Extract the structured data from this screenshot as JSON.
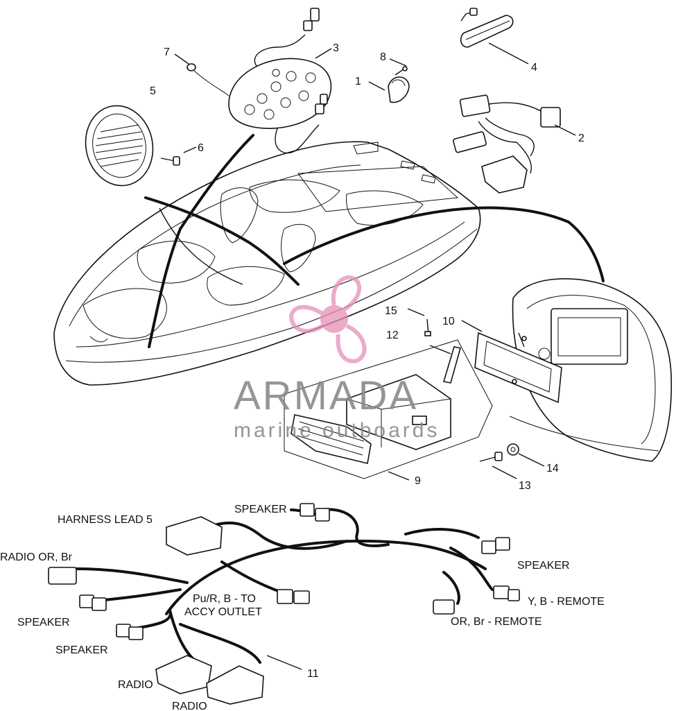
{
  "callouts": [
    "1",
    "2",
    "3",
    "4",
    "5",
    "6",
    "7",
    "8",
    "9",
    "10",
    "11",
    "12",
    "13",
    "14",
    "15"
  ],
  "wire_labels": {
    "harness_lead": "HARNESS LEAD 5",
    "speaker_top": "SPEAKER",
    "radio_or_br": "RADIO OR, Br",
    "speaker_right": "SPEAKER",
    "pu_r_line1": "Pu/R, B - TO",
    "pu_r_line2": "ACCY OUTLET",
    "y_b_remote": "Y, B - REMOTE",
    "or_br_remote": "OR, Br - REMOTE",
    "speaker_left1": "SPEAKER",
    "speaker_left2": "SPEAKER",
    "radio1": "RADIO",
    "radio2": "RADIO"
  },
  "watermark": {
    "brand": "ARMADA",
    "sub": "marine outboards",
    "accent_color": "#e58fb8"
  },
  "colors": {
    "ink": "#111111",
    "background": "#ffffff"
  }
}
